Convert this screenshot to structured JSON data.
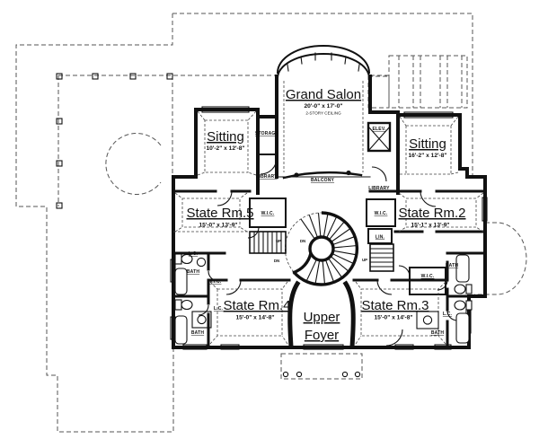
{
  "rooms": {
    "grand_salon": {
      "name": "Grand Salon",
      "dims": "20'-0\" x 17'-0\"",
      "note": "2-STORY CEILING"
    },
    "sitting_left": {
      "name": "Sitting",
      "dims": "10'-2\" x 12'-8\""
    },
    "sitting_right": {
      "name": "Sitting",
      "dims": "16'-2\" x 12'-8\""
    },
    "state_rm_5": {
      "name": "State Rm.5",
      "dims": "15'-0\" x 13'-9\""
    },
    "state_rm_2": {
      "name": "State Rm.2",
      "dims": "15'-1\" x 13'-9\""
    },
    "state_rm_4": {
      "name": "State Rm.4",
      "dims": "15'-0\" x 14'-8\""
    },
    "state_rm_3": {
      "name": "State Rm.3",
      "dims": "15'-0\" x 14'-8\""
    },
    "upper_foyer": {
      "line1": "Upper",
      "line2": "Foyer"
    }
  },
  "labels": {
    "balcony": "BALCONY",
    "storage": "STORAGE",
    "library": "LIBRARY",
    "elevator": "ELEV.",
    "wic": "W.I.C.",
    "linen": "LIN.",
    "lc": "L.C.",
    "bath": "BATH",
    "up": "UP",
    "dn": "DN"
  },
  "colors": {
    "wall": "#111111",
    "dashed_line": "#555555",
    "background": "#ffffff"
  }
}
